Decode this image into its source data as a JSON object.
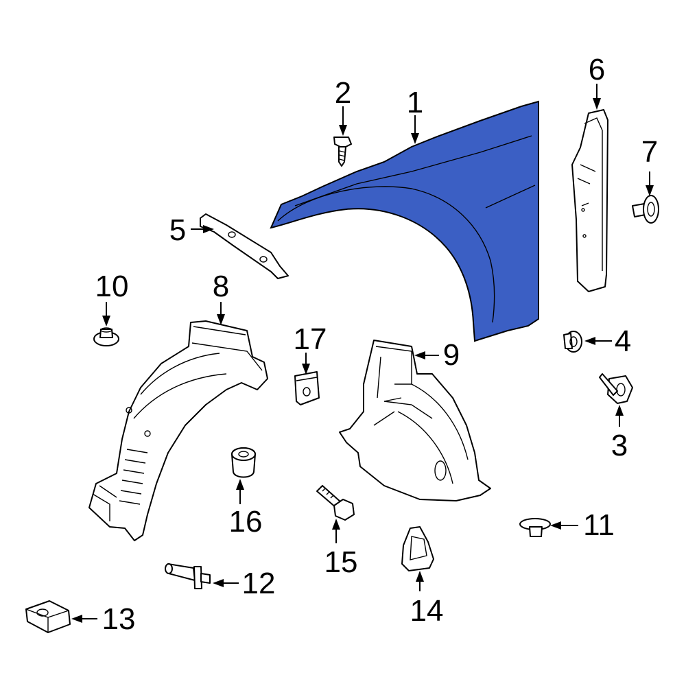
{
  "diagram": {
    "highlight_color": "#3b5fc4",
    "line_color": "#000000",
    "background": "#ffffff",
    "highlighted_part": "1",
    "callouts": {
      "c1": "1",
      "c2": "2",
      "c3": "3",
      "c4": "4",
      "c5": "5",
      "c6": "6",
      "c7": "7",
      "c8": "8",
      "c9": "9",
      "c10": "10",
      "c11": "11",
      "c12": "12",
      "c13": "13",
      "c14": "14",
      "c15": "15",
      "c16": "16",
      "c17": "17"
    }
  }
}
